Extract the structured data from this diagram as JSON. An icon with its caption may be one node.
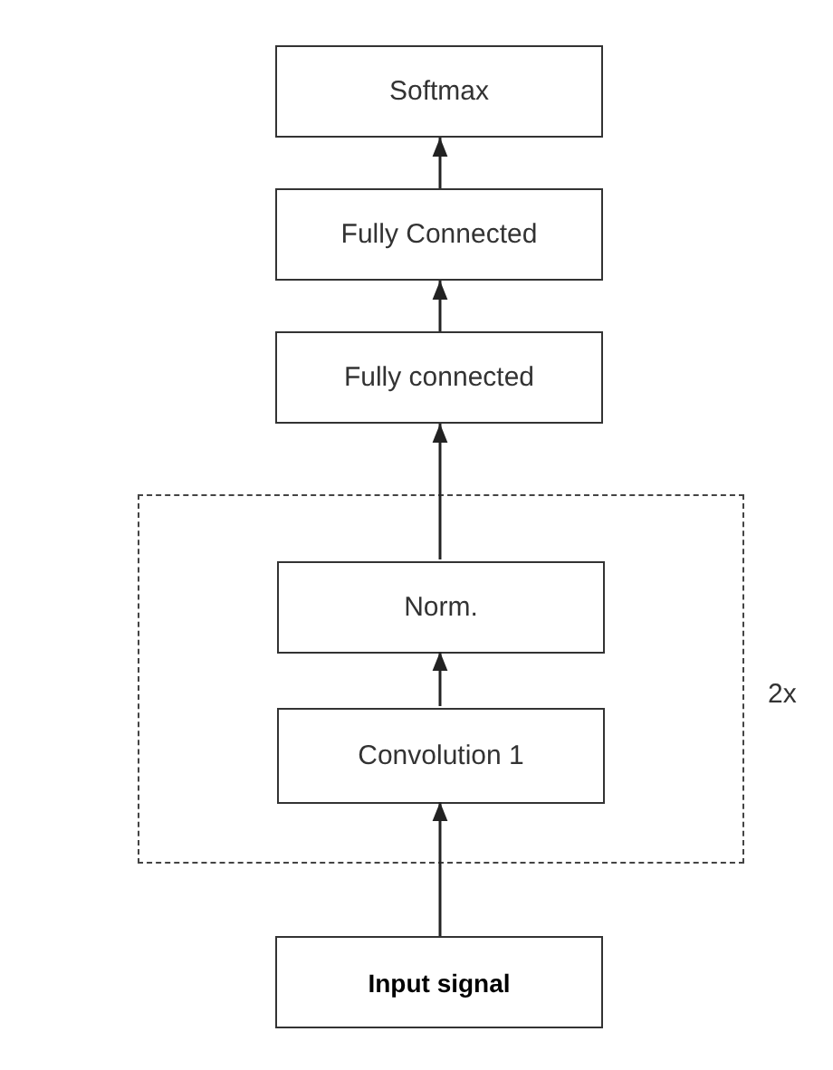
{
  "diagram": {
    "nodes": [
      {
        "text": [
          "Softmax"
        ]
      },
      {
        "text": [
          "Fully Connected"
        ]
      },
      {
        "text": [
          "Fully connected"
        ]
      },
      {
        "text": [],
        "shape": "box",
        "beside": [
          "2x"
        ]
      },
      {
        "text": [
          "Norm."
        ],
        "in": 3
      },
      {
        "text": [
          "Convolution 1"
        ],
        "in": 3
      },
      {
        "text": [
          "Input signal"
        ]
      }
    ],
    "edges": [
      {
        "from": 6,
        "to": 5,
        "arrow": "to"
      },
      {
        "from": 5,
        "to": 4,
        "arrow": "to"
      },
      {
        "from": 4,
        "to": 2,
        "arrow": "to"
      },
      {
        "from": 2,
        "to": 1,
        "arrow": "to"
      },
      {
        "from": 1,
        "to": 0,
        "arrow": "to"
      }
    ]
  }
}
